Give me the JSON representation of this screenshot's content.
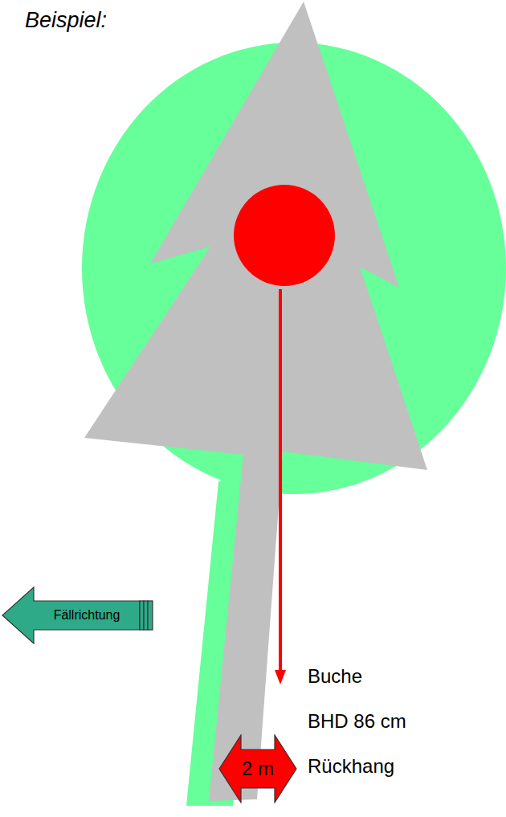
{
  "diagram": {
    "title": "Beispiel:",
    "nodes": [
      {
        "text": [
          "Fällrichtung"
        ]
      },
      {
        "text": [
          "2 m"
        ]
      }
    ],
    "labels": [
      "Buche",
      "BHD 86 cm",
      "Rückhang"
    ]
  }
}
